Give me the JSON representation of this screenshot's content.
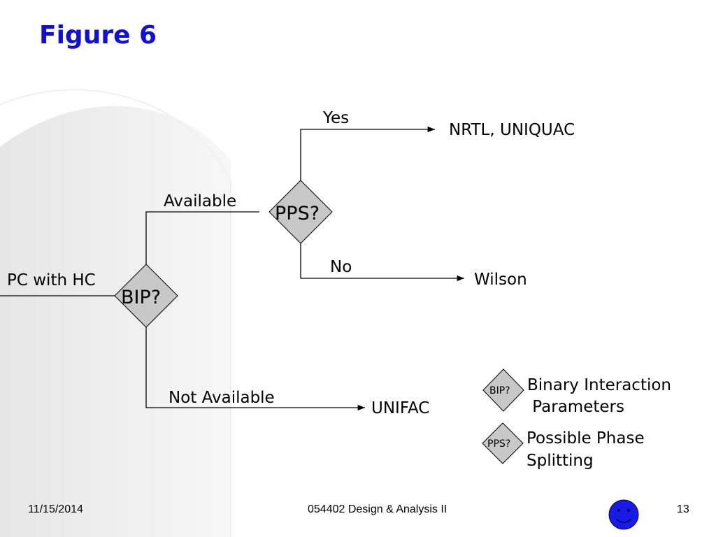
{
  "slide": {
    "title": "Figure 6",
    "footer": {
      "date": "11/15/2014",
      "course": "054402 Design & Analysis II",
      "page": "13"
    }
  },
  "diagram": {
    "nodes": {
      "input": "PC with HC",
      "bip": "BIP?",
      "pps": "PPS?",
      "nrtl": "NRTL, UNIQUAC",
      "wilson": "Wilson",
      "unifac": "UNIFAC"
    },
    "edges": {
      "available": "Available",
      "not_available": "Not Available",
      "yes": "Yes",
      "no": "No"
    },
    "legend": [
      {
        "symbol": "BIP?",
        "line1": "Binary Interaction",
        "line2": " Parameters"
      },
      {
        "symbol": "PPS?",
        "line1": "Possible Phase",
        "line2": "Splitting"
      }
    ]
  },
  "colors": {
    "title": "#1010d8",
    "decision_fill": "#c8c8c8",
    "smiley_fill": "#1a1ae6",
    "background_arc": "#eeeeee"
  },
  "icons": {
    "footer_icon": "smiley-face-icon"
  }
}
